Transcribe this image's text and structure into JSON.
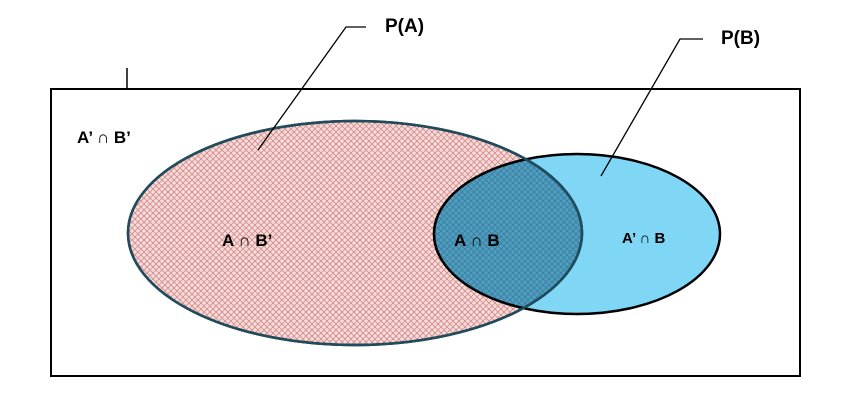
{
  "diagram": {
    "callouts": {
      "set_a": "P(A)",
      "set_b": "P(B)"
    },
    "regions": {
      "outside_both": "A’ ∩ B’",
      "a_only": "A ∩ B’",
      "both": "A ∩ B",
      "b_only": "A’ ∩ B"
    },
    "colors": {
      "set_a_fill": "#f2d8d8",
      "set_a_pattern": "#d98a8a",
      "set_b_fill": "#7fd6f5",
      "overlap_fill": "#4a9fc4",
      "border": "#000000",
      "overlap_border": "#2b5a6b"
    }
  }
}
